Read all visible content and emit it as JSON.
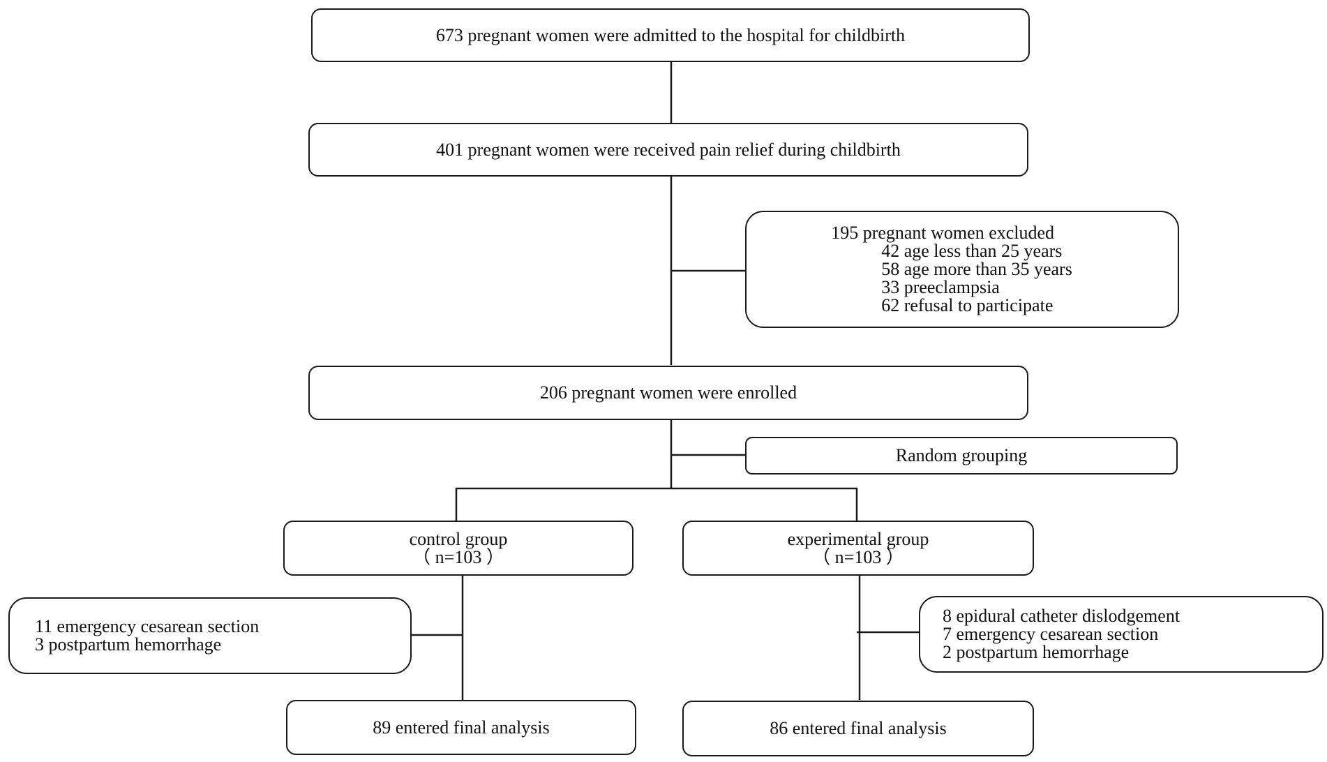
{
  "flowchart": {
    "admitted": "673 pregnant women were admitted to the hospital for childbirth",
    "pain_relief": "401 pregnant women were received pain relief during childbirth",
    "excluded": {
      "title": "195 pregnant women excluded",
      "reasons": [
        "42 age less than 25 years",
        "58 age more than 35 years",
        "33 preeclampsia",
        "62 refusal to participate"
      ]
    },
    "enrolled": "206 pregnant women were enrolled",
    "randomization": "Random grouping",
    "control": {
      "label": "control group",
      "n": "（ n=103 ）",
      "losses": [
        "11 emergency cesarean section",
        "3 postpartum hemorrhage"
      ],
      "final": "89 entered final analysis"
    },
    "experimental": {
      "label": "experimental group",
      "n": "（ n=103 ）",
      "losses": [
        "8 epidural catheter dislodgement",
        "7 emergency cesarean section",
        "2 postpartum hemorrhage"
      ],
      "final": "86 entered final analysis"
    }
  }
}
